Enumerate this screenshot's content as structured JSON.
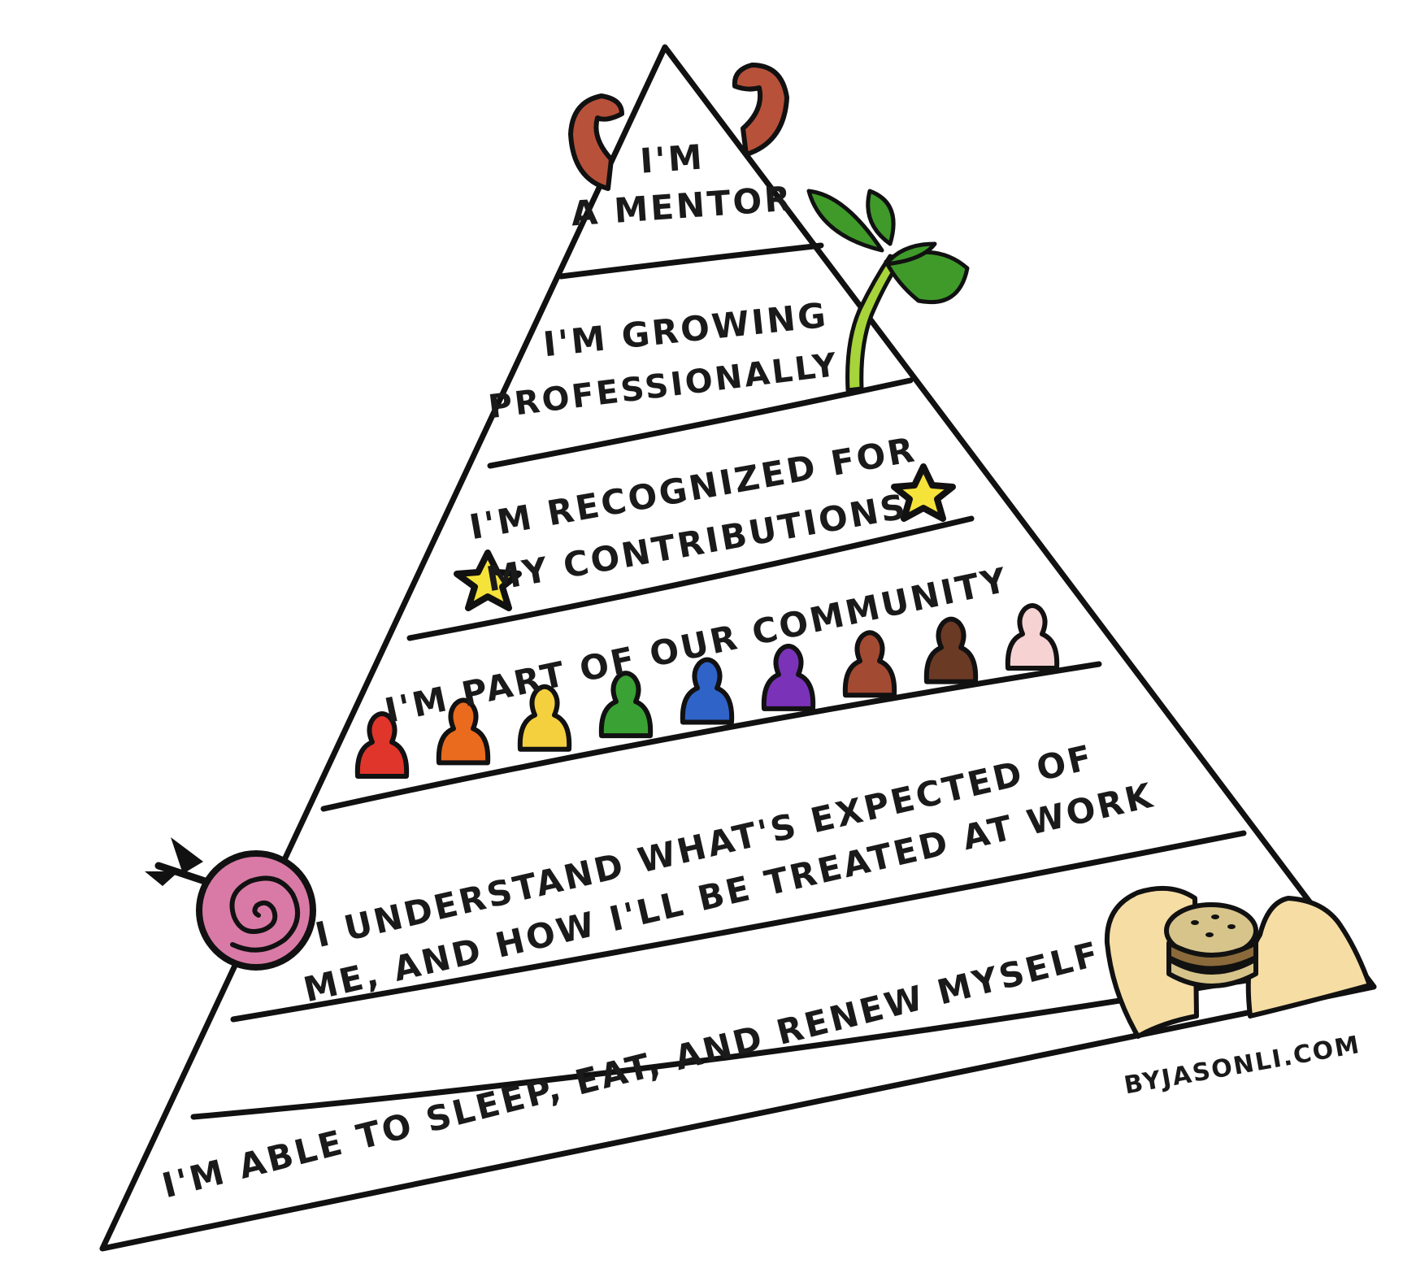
{
  "pyramid": {
    "levels": [
      {
        "id": "mentor",
        "lines": [
          "I'M",
          "A MENTOR"
        ]
      },
      {
        "id": "growing",
        "lines": [
          "I'M GROWING",
          "PROFESSIONALLY"
        ]
      },
      {
        "id": "recognized",
        "lines": [
          "I'M RECOGNIZED FOR",
          "MY CONTRIBUTIONS"
        ]
      },
      {
        "id": "community",
        "lines": [
          "I'M PART OF OUR COMMUNITY"
        ]
      },
      {
        "id": "expectations",
        "lines": [
          "I UNDERSTAND WHAT'S EXPECTED OF",
          "ME, AND HOW I'LL BE TREATED AT WORK"
        ]
      },
      {
        "id": "basics",
        "lines": [
          "I'M ABLE TO SLEEP, EAT, AND RENEW MYSELF"
        ]
      }
    ]
  },
  "credit": "BYJASONLI.COM",
  "icons": {
    "top": "flexing-arms-icon",
    "level_2": "sprout-icon",
    "level_3": "star-icon",
    "level_4": "person-icon",
    "level_5": "target-arrow-icon",
    "level_6": "hands-burger-icon"
  },
  "colors": {
    "outline": "#111111",
    "arm": "#b8513a",
    "leaf": "#3f9a2a",
    "stem": "#a6d43a",
    "star": "#f6e33a",
    "target": "#d97aa6",
    "hand": "#f6dda4",
    "burger": "#d7c48b",
    "people": [
      "#e0352b",
      "#ea6a1e",
      "#f4cf3e",
      "#3aa134",
      "#2f63c8",
      "#7a32b8",
      "#a34a32",
      "#6b3a25",
      "#f6d2d2"
    ]
  }
}
